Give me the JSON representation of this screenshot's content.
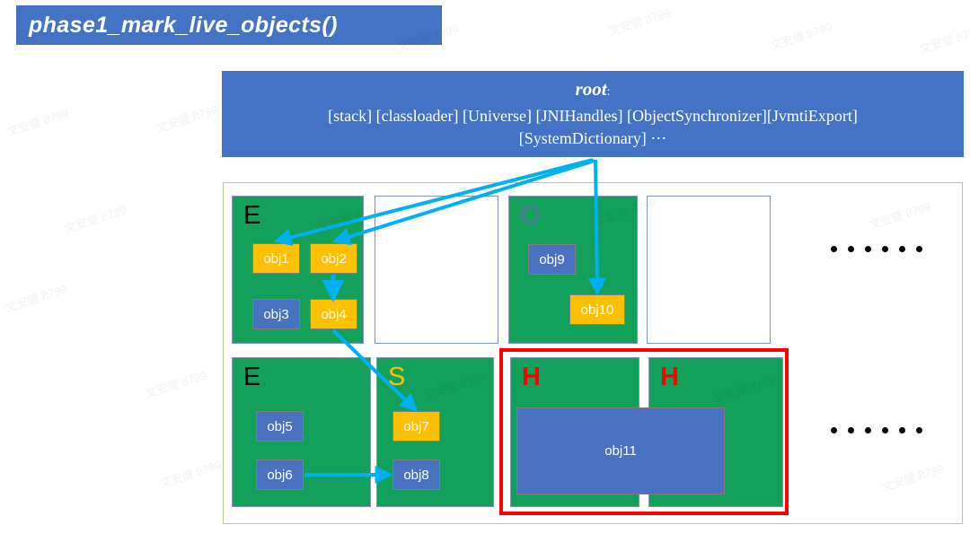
{
  "title": {
    "text": "phase1_mark_live_objects()",
    "background": "#4472c4",
    "color": "#ffffff"
  },
  "root": {
    "heading": "root",
    "colon": ":",
    "roots_line1": "[stack] [classloader] [Universe] [JNIHandles] [ObjectSynchronizer][JvmtiExport]",
    "roots_line2": "[SystemDictionary] ⋯",
    "background": "#4472c4"
  },
  "legend_colors": {
    "region_green": "#13a05a",
    "obj_orange": "#ffc000",
    "obj_blue": "#4a72c0",
    "highlight_red": "#ff0000",
    "container_border": "#a9d08e",
    "region_border": "#8497b0"
  },
  "regions": [
    {
      "id": "region-e-top",
      "label": "E",
      "label_color": "#000000",
      "type": "green",
      "objects": [
        {
          "id": "obj1",
          "label": "obj1",
          "color": "orange"
        },
        {
          "id": "obj2",
          "label": "obj2",
          "color": "orange"
        },
        {
          "id": "obj3",
          "label": "obj3",
          "color": "blue"
        },
        {
          "id": "obj4",
          "label": "obj4",
          "color": "orange"
        }
      ]
    },
    {
      "id": "region-empty-top",
      "label": "",
      "label_color": "",
      "type": "empty",
      "objects": []
    },
    {
      "id": "region-o",
      "label": "O",
      "label_color": "#5b6fa8",
      "type": "green",
      "objects": [
        {
          "id": "obj9",
          "label": "obj9",
          "color": "blue"
        },
        {
          "id": "obj10",
          "label": "obj10",
          "color": "orange"
        }
      ]
    },
    {
      "id": "region-empty-top-2",
      "label": "",
      "label_color": "",
      "type": "empty",
      "objects": []
    },
    {
      "id": "region-e-bottom",
      "label": "E",
      "label_color": "#000000",
      "type": "green",
      "objects": [
        {
          "id": "obj5",
          "label": "obj5",
          "color": "blue"
        },
        {
          "id": "obj6",
          "label": "obj6",
          "color": "blue"
        }
      ]
    },
    {
      "id": "region-s",
      "label": "S",
      "label_color": "#ffc000",
      "type": "green",
      "objects": [
        {
          "id": "obj7",
          "label": "obj7",
          "color": "orange"
        },
        {
          "id": "obj8",
          "label": "obj8",
          "color": "blue"
        }
      ]
    },
    {
      "id": "region-h-1",
      "label": "H",
      "label_color": "#ff0000",
      "type": "green",
      "objects": []
    },
    {
      "id": "region-h-2",
      "label": "H",
      "label_color": "#ff0000",
      "type": "green",
      "objects": []
    }
  ],
  "humongous_object": {
    "id": "obj11",
    "label": "obj11",
    "color": "blue"
  },
  "ellipsis": {
    "dots": 6,
    "top_row": "••••••",
    "bottom_row": "••••••"
  },
  "arrows": [
    {
      "from": "root",
      "to": "obj1",
      "color": "#00b0f0"
    },
    {
      "from": "root",
      "to": "obj2",
      "color": "#00b0f0"
    },
    {
      "from": "root",
      "to": "obj10",
      "color": "#00b0f0"
    },
    {
      "from": "obj2",
      "to": "obj4",
      "color": "#00b0f0"
    },
    {
      "from": "obj4",
      "to": "obj7",
      "color": "#00b0f0"
    },
    {
      "from": "obj6",
      "to": "obj8",
      "color": "#00b0f0"
    }
  ],
  "watermarks": [
    "文安健 8799",
    "文安健 8799",
    "文安健 8799",
    "文安健 8799",
    "文安健 8799",
    "文安健 8799",
    "文安健 8799",
    "文安健 8799",
    "文安健 8799",
    "文安健 8799",
    "文安健 8799",
    "文安健 8799",
    "文安健 8799",
    "文安健 8799",
    "文安健 8799",
    "文安健 8799"
  ]
}
